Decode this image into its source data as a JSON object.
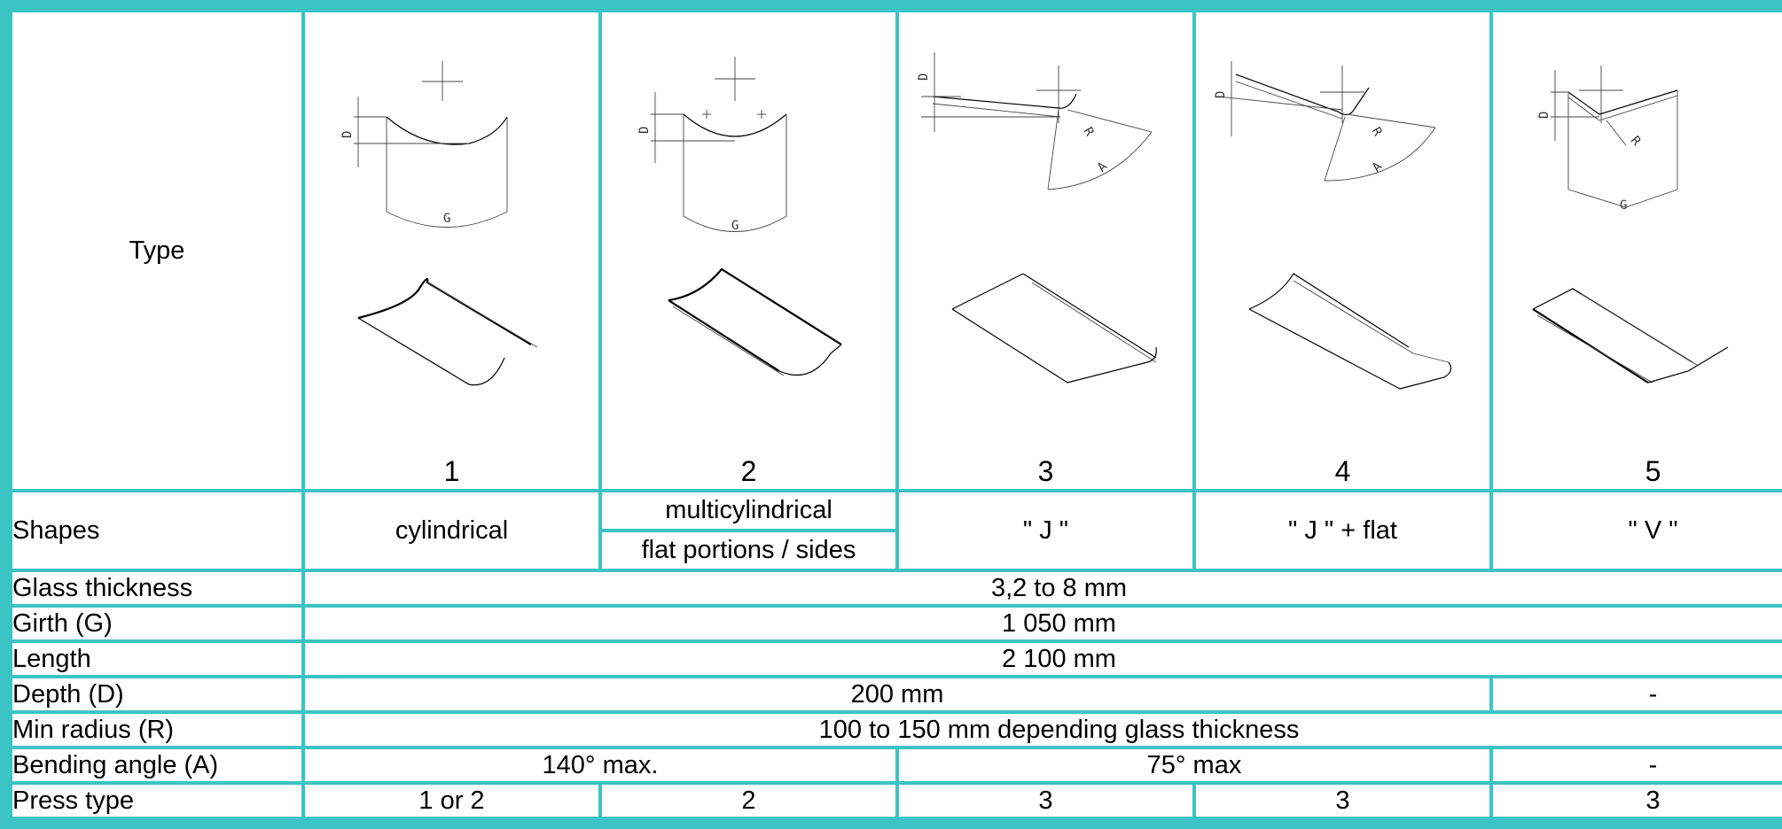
{
  "header": {
    "type_label": "Type",
    "numbers": [
      "1",
      "2",
      "3",
      "4",
      "5"
    ]
  },
  "shapes": {
    "label": "Shapes",
    "cylindrical": "cylindrical",
    "multicylindrical": "multicylindrical",
    "flat_portions": "flat portions / sides",
    "j": "\" J \"",
    "j_flat": "\" J \" + flat",
    "v": "\" V \""
  },
  "rows": {
    "glass_thickness": {
      "label": "Glass thickness",
      "value": "3,2 to 8 mm"
    },
    "girth": {
      "label": "Girth (G)",
      "value": "1 050 mm"
    },
    "length": {
      "label": "Length",
      "value": "2 100 mm"
    },
    "depth": {
      "label": "Depth (D)",
      "value": "200 mm",
      "value_v": "-"
    },
    "min_radius": {
      "label": "Min radius (R)",
      "value": "100 to 150 mm depending glass thickness"
    },
    "bending_angle": {
      "label": "Bending angle (A)",
      "value_1_2": "140° max.",
      "value_3_4": "75° max",
      "value_v": "-"
    },
    "press_type": {
      "label": "Press type",
      "values": [
        "1 or 2",
        "2",
        "3",
        "3",
        "3"
      ]
    }
  },
  "drawing_labels": {
    "depth": "D",
    "girth": "G",
    "radius": "R",
    "angle": "A"
  },
  "colors": {
    "border": "#3cc3c3"
  }
}
